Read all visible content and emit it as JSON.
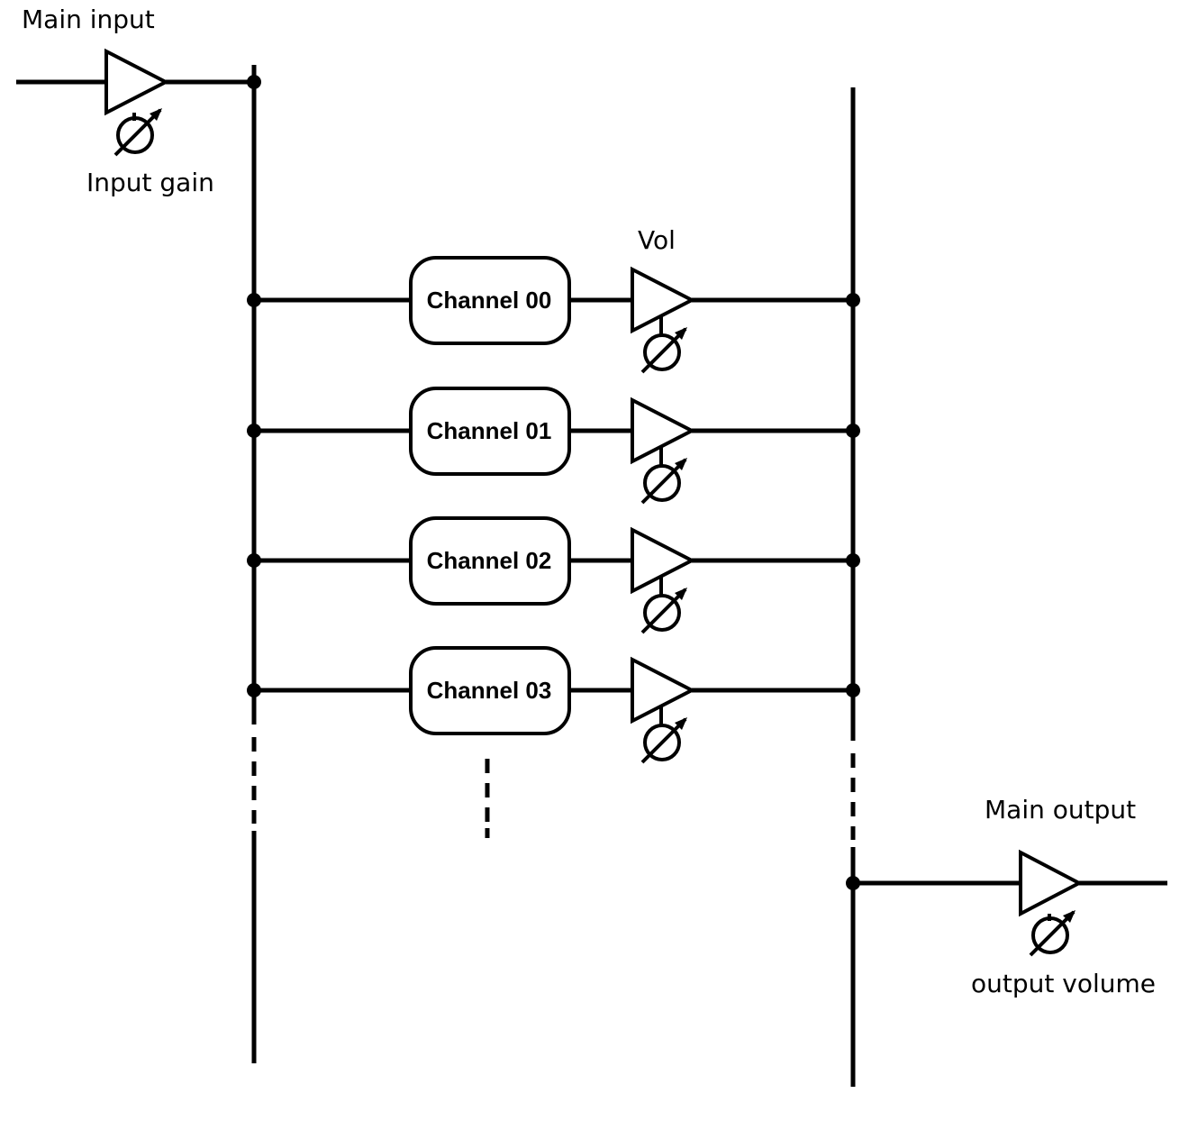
{
  "labels": {
    "main_input": "Main input",
    "input_gain": "Input gain",
    "vol": "Vol",
    "main_output": "Main output",
    "output_volume": "output volume"
  },
  "channels": [
    {
      "label": "Channel 00"
    },
    {
      "label": "Channel 01"
    },
    {
      "label": "Channel 02"
    },
    {
      "label": "Channel 03"
    }
  ]
}
